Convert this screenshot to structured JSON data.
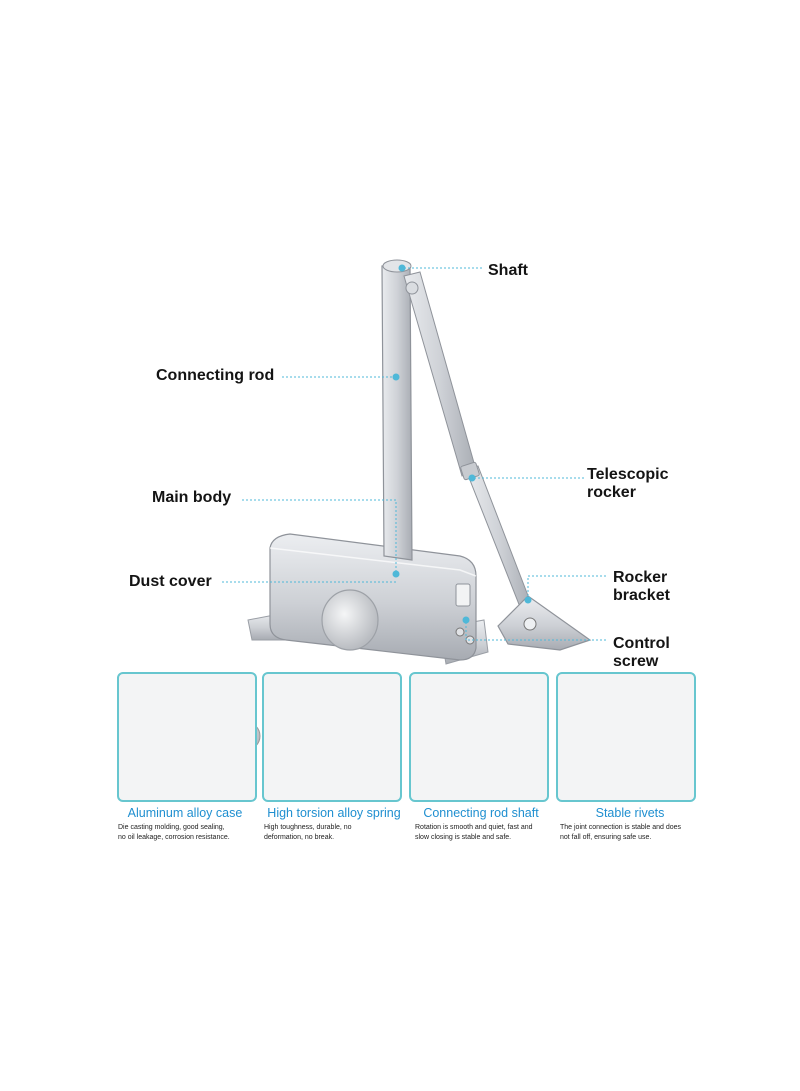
{
  "callouts": {
    "shaft": "Shaft",
    "connecting_rod": "Connecting rod",
    "telescopic_rocker_1": "Telescopic",
    "telescopic_rocker_2": "rocker",
    "main_body": "Main body",
    "dust_cover": "Dust cover",
    "rocker_bracket_1": "Rocker",
    "rocker_bracket_2": "bracket",
    "control_screw_1": "Control",
    "control_screw_2": "screw"
  },
  "features": [
    {
      "title": "Aluminum alloy case",
      "desc_1": "Die casting molding, good sealing,",
      "desc_2": "no oil leakage, corrosion resistance."
    },
    {
      "title": "High torsion alloy spring",
      "desc_1": "High toughness, durable, no",
      "desc_2": "deformation, no break."
    },
    {
      "title": "Connecting rod shaft",
      "desc_1": "Rotation is smooth and quiet, fast and",
      "desc_2": "slow closing is stable and safe."
    },
    {
      "title": "Stable rivets",
      "desc_1": "The joint connection is stable and does",
      "desc_2": "not fall off, ensuring safe use."
    }
  ],
  "colors": {
    "accent": "#1f8fd0",
    "card_border": "#67c6cf",
    "leader_line": "#4fb8d8",
    "metal": "#c9ccd1"
  }
}
